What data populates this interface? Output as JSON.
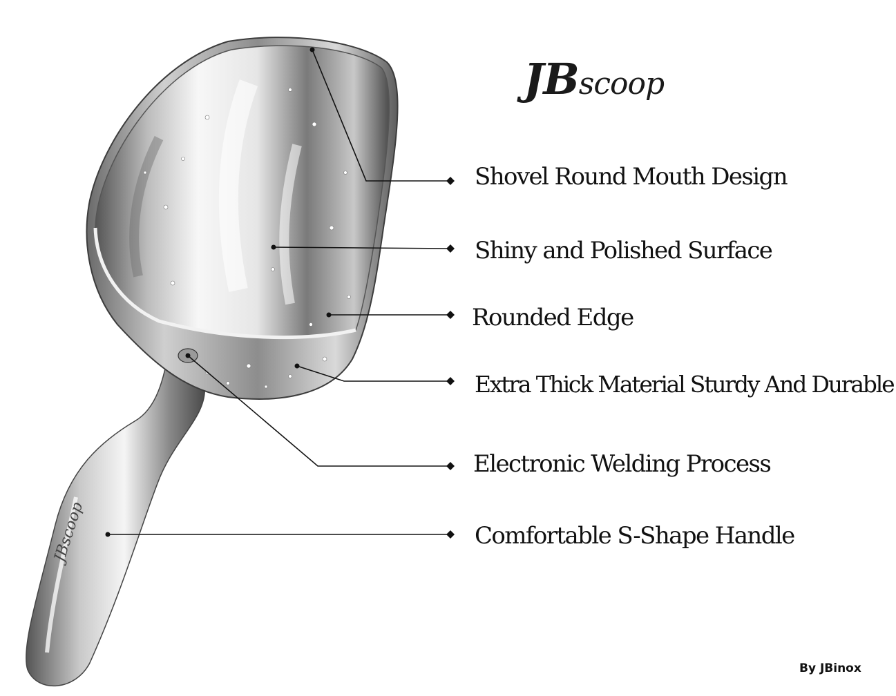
{
  "brand": {
    "logo_jb": "JB",
    "logo_rest": "scoop"
  },
  "product": {
    "icon": "stainless-steel-scoop",
    "handle_engraving": "JBscoop"
  },
  "features": [
    {
      "label": "Shovel Round Mouth Design"
    },
    {
      "label": "Shiny and Polished Surface"
    },
    {
      "label": "Rounded Edge"
    },
    {
      "label": "Extra Thick Material Sturdy And Durable"
    },
    {
      "label": "Electronic Welding Process"
    },
    {
      "label": "Comfortable S-Shape Handle"
    }
  ],
  "byline": "By JBinox",
  "colors": {
    "text": "#111111",
    "steel_light": "#f2f2f2",
    "steel_dark": "#5a5a5a"
  }
}
